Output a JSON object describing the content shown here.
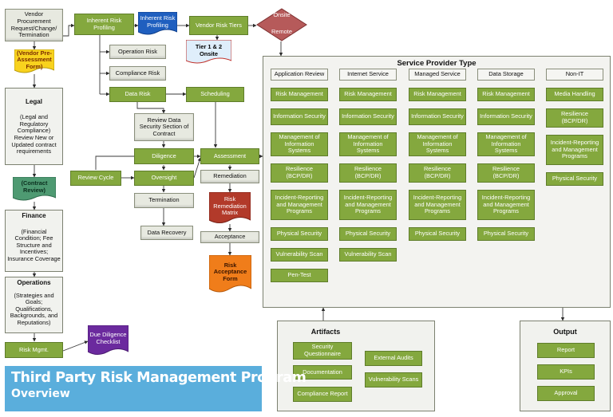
{
  "title": {
    "line1": "Third Party Risk Management Program",
    "line2": "Overview"
  },
  "left_column": {
    "request": "Vendor Procurement Request/Change/ Termination",
    "pre_assessment_form": "(Vendor Pre-Assessment Form)",
    "legal_title": "Legal",
    "legal_body": "(Legal and Regulatory Compliance) Review New or Updated contract requirements",
    "contract_review": "(Contract Review)",
    "finance_title": "Finance",
    "finance_body": "(Financial Condition; Fee Structure and Incentives; Insurance Coverage",
    "operations_title": "Operations",
    "operations_body": "(Strategies and Goals; Qualifications, Backgrounds, and Reputations)",
    "risk_mgmt": "Risk Mgmt.",
    "due_diligence": "Due Diligence Checklist"
  },
  "flow": {
    "inherent_risk_profiling": "Inherent Risk Profiling",
    "inherent_risk_profiling_doc": "Inherent Risk Profiling",
    "vendor_risk_tiers": "Vendor Risk Tiers",
    "onsite": "Onsite",
    "remote": "Remote",
    "tiers": "Tier 1 & 2 Onsite",
    "operation_risk": "Operation Risk",
    "compliance_risk": "Compliance Risk",
    "data_risk": "Data Risk",
    "scheduling": "Scheduling",
    "review_data_security": "Review Data Security Section of Contract",
    "diligence": "Diligence",
    "assessment": "Assessment",
    "review_cycle": "Review Cycle",
    "oversight": "Oversight",
    "remediation": "Remediation",
    "termination": "Termination",
    "risk_remediation_matrix": "Risk Remediation Matrix",
    "data_recovery": "Data Recovery",
    "acceptance": "Acceptance",
    "risk_acceptance_form": "Risk Acceptance Form"
  },
  "service_provider": {
    "title": "Service Provider Type",
    "columns": [
      {
        "header": "Application Review",
        "items": [
          "Risk Management",
          "Information Security",
          "Management of Information Systems",
          "Resilience (BCP/DR)",
          "Incident-Reporting and Management Programs",
          "Physical Security",
          "Vulnerability Scan",
          "Pen-Test"
        ]
      },
      {
        "header": "Internet Service",
        "items": [
          "Risk Management",
          "Information Security",
          "Management of Information Systems",
          "Resilience (BCP/DR)",
          "Incident-Reporting and Management Programs",
          "Physical Security",
          "Vulnerability Scan"
        ]
      },
      {
        "header": "Managed Service",
        "items": [
          "Risk Management",
          "Information Security",
          "Management of Information Systems",
          "Resilience (BCP/DR)",
          "Incident-Reporting and Management Programs",
          "Physical Security"
        ]
      },
      {
        "header": "Data Storage",
        "items": [
          "Risk Management",
          "Information Security",
          "Management of Information Systems",
          "Resilience (BCP/DR)",
          "Incident-Reporting and Management Programs",
          "Physical Security"
        ]
      },
      {
        "header": "Non-IT",
        "items": [
          "Media Handling",
          "Resilience (BCP/DR)",
          "Incident-Reporting and Management Programs",
          "Physical Security"
        ]
      }
    ]
  },
  "artifacts": {
    "title": "Artifacts",
    "security_questionnaire": "Security Questionnaire",
    "documentation": "Documentation",
    "compliance_report": "Compliance Report",
    "external_audits": "External Audits",
    "vulnerability_scans": "Vulnerability Scans"
  },
  "output": {
    "title": "Output",
    "items": [
      "Report",
      "KPIs",
      "Approval"
    ]
  },
  "colors": {
    "green": "#84a83e",
    "blue": "#1f5fbf",
    "red": "#b23a2a",
    "orange": "#f07d1a",
    "purple": "#6b2a9e",
    "teal": "#4e9a72",
    "yellow": "#f8d21e",
    "diamond": "#b65a5a",
    "title_bg": "#5aaedc"
  }
}
